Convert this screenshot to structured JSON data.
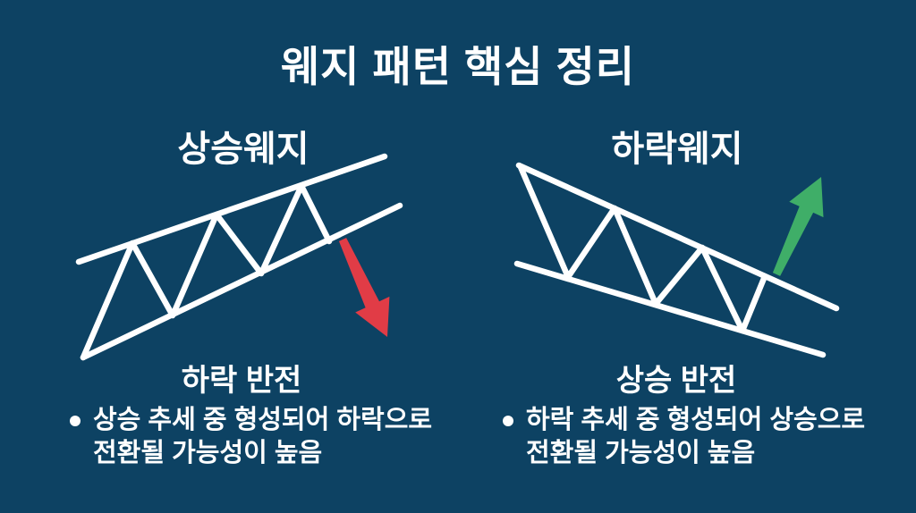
{
  "title": "웨지 패턴 핵심 정리",
  "colors": {
    "background": "#0d4263",
    "line_white": "#ffffff",
    "down_arrow_red": "#e13c46",
    "up_arrow_green": "#3fae68"
  },
  "left_panel": {
    "heading": "상승웨지",
    "reversal_label": "하락 반전",
    "bullet_line1": "상승 추세 중 형성되어 하락으로",
    "bullet_line2": "전환될 가능성이 높음"
  },
  "right_panel": {
    "heading": "하락웨지",
    "reversal_label": "상승 반전",
    "bullet_line1": "하락 추세 중 형성되어 상승으로",
    "bullet_line2": "전환될 가능성이 높음"
  }
}
